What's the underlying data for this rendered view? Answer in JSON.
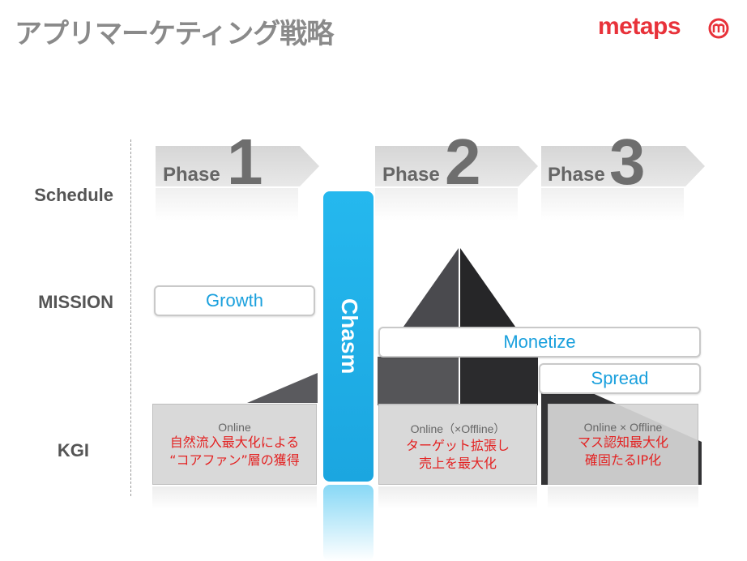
{
  "title": "アプリマーケティング戦略",
  "logo": {
    "text": "metaps",
    "mark_color": "#e8323a"
  },
  "row_labels": {
    "schedule": "Schedule",
    "mission": "MISSION",
    "kgi": "KGI"
  },
  "phases": [
    {
      "word": "Phase",
      "number": "1"
    },
    {
      "word": "Phase",
      "number": "2"
    },
    {
      "word": "Phase",
      "number": "3"
    }
  ],
  "missions": {
    "growth": "Growth",
    "monetize": "Monetize",
    "spread": "Spread"
  },
  "chasm": "Chasm",
  "kgi": [
    {
      "sub": "Online",
      "line1": "自然流入最大化による",
      "line2": "“コアファン”層の獲得"
    },
    {
      "sub": "Online（×Offline）",
      "line1": "ターゲット拡張し",
      "line2": "売上を最大化"
    },
    {
      "sub": "Online × Offline",
      "line1": "マス認知最大化",
      "line2": "確固たるIP化"
    }
  ],
  "colors": {
    "accent_blue": "#1ba6e0",
    "kgi_red": "#e32222",
    "logo_red": "#e8323a"
  }
}
